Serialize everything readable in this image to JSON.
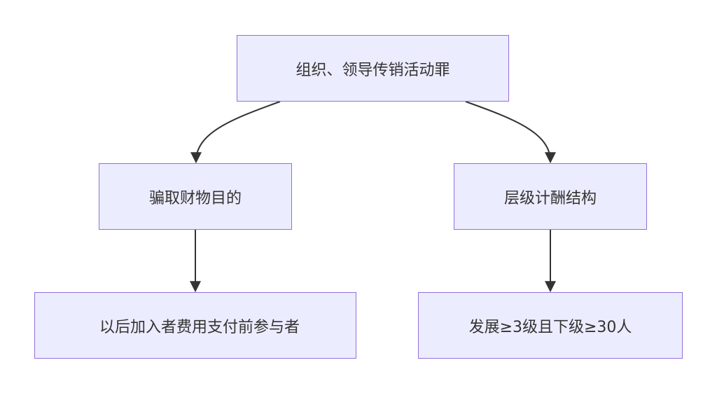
{
  "nodes": {
    "root": "组织、领导传销活动罪",
    "left1": "骗取财物目的",
    "right1": "层级计酬结构",
    "left2": "以后加入者费用支付前参与者",
    "right2": "发展≥3级且下级≥30人"
  },
  "colors": {
    "node_fill": "#ececff",
    "node_border": "#9370db",
    "edge": "#333333"
  }
}
